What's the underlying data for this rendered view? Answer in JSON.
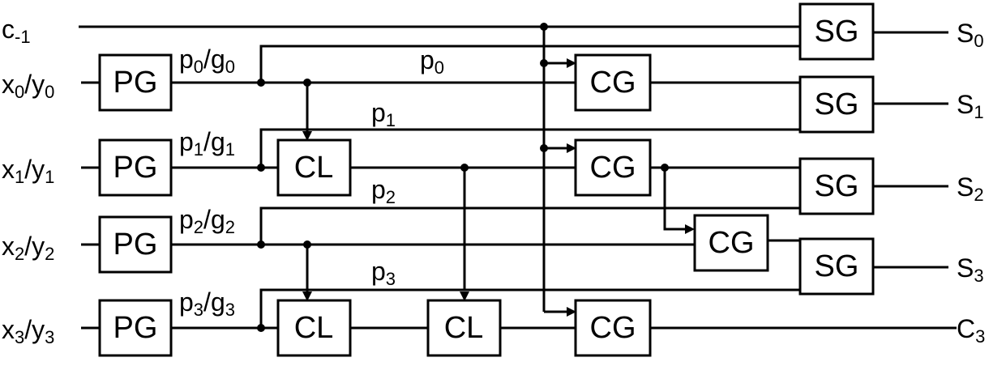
{
  "blocks": {
    "pg": "PG",
    "cl": "CL",
    "cg": "CG",
    "sg": "SG"
  },
  "inputs": {
    "carry_in": {
      "base": "c",
      "sub": "-1"
    },
    "bit0": {
      "x": "x",
      "xsub": "0",
      "sep": "/",
      "y": "y",
      "ysub": "0"
    },
    "bit1": {
      "x": "x",
      "xsub": "1",
      "sep": "/",
      "y": "y",
      "ysub": "1"
    },
    "bit2": {
      "x": "x",
      "xsub": "2",
      "sep": "/",
      "y": "y",
      "ysub": "2"
    },
    "bit3": {
      "x": "x",
      "xsub": "3",
      "sep": "/",
      "y": "y",
      "ysub": "3"
    }
  },
  "pg_outputs": {
    "pg0": {
      "p": "p",
      "psub": "0",
      "sep": "/",
      "g": "g",
      "gsub": "0"
    },
    "pg1": {
      "p": "p",
      "psub": "1",
      "sep": "/",
      "g": "g",
      "gsub": "1"
    },
    "pg2": {
      "p": "p",
      "psub": "2",
      "sep": "/",
      "g": "g",
      "gsub": "2"
    },
    "pg3": {
      "p": "p",
      "psub": "3",
      "sep": "/",
      "g": "g",
      "gsub": "3"
    }
  },
  "propagate": {
    "p0": {
      "base": "p",
      "sub": "0"
    },
    "p1": {
      "base": "p",
      "sub": "1"
    },
    "p2": {
      "base": "p",
      "sub": "2"
    },
    "p3": {
      "base": "p",
      "sub": "3"
    }
  },
  "outputs": {
    "s0": {
      "base": "S",
      "sub": "0"
    },
    "s1": {
      "base": "S",
      "sub": "1"
    },
    "s2": {
      "base": "S",
      "sub": "2"
    },
    "s3": {
      "base": "S",
      "sub": "3"
    },
    "c3": {
      "base": "C",
      "sub": "3"
    }
  }
}
